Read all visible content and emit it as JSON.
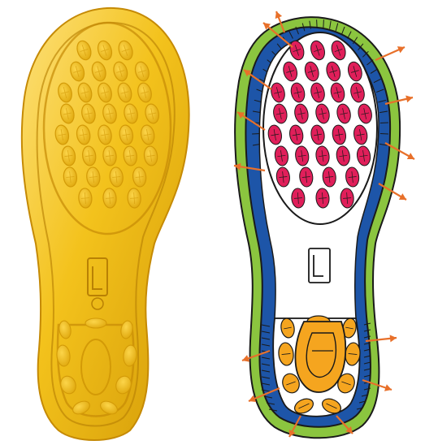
{
  "image": {
    "kind": "product-illustration",
    "left_panel": {
      "subject": "yellow-rubber-boot-sole-photo"
    },
    "right_panel": {
      "subject": "sole-grip-diagram-with-flow-arrows"
    }
  },
  "colors": {
    "photo_sole": "#f3c21c",
    "photo_sole_dark": "#d39a07",
    "photo_sole_light": "#fde07a",
    "diagram_blue": "#1d55a8",
    "diagram_green": "#8bc53f",
    "diagram_pink": "#e01f5a",
    "diagram_orange": "#f5a51f",
    "arrow": "#e8702a",
    "outline": "#1a1a1a"
  }
}
